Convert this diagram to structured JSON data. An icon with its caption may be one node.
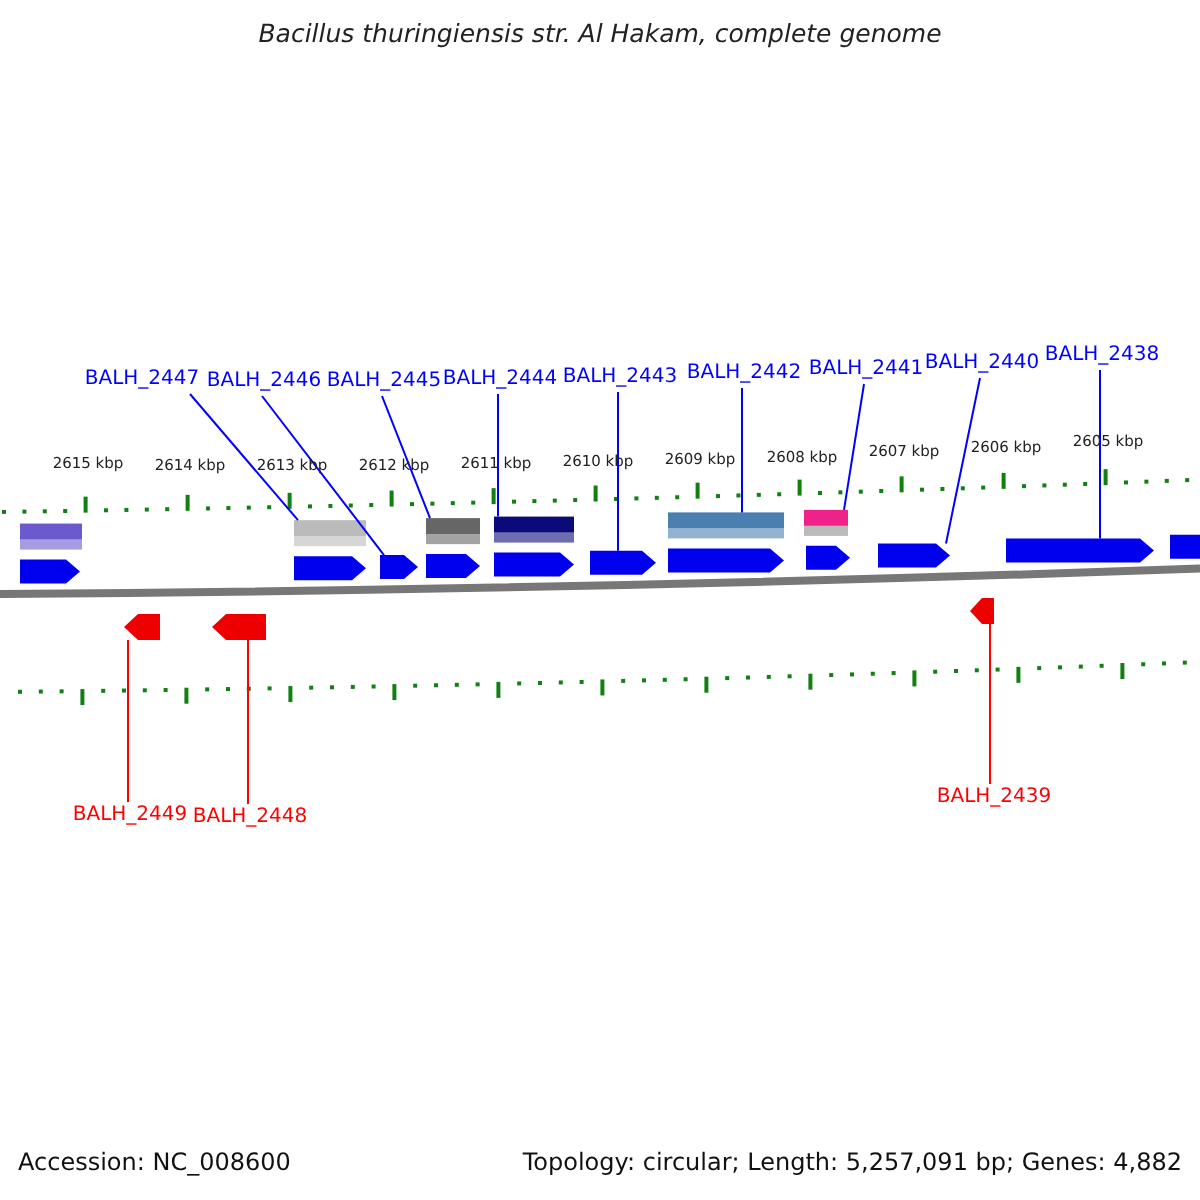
{
  "diagram": {
    "title": "Bacillus thuringiensis str. Al Hakam, complete genome",
    "nodes": [
      {
        "text": [
          "BALH_2447"
        ]
      },
      {
        "text": [
          "BALH_2446"
        ]
      },
      {
        "text": [
          "BALH_2445"
        ]
      },
      {
        "text": [
          "BALH_2444"
        ]
      },
      {
        "text": [
          "BALH_2443"
        ]
      },
      {
        "text": [
          "BALH_2442"
        ]
      },
      {
        "text": [
          "BALH_2441"
        ]
      },
      {
        "text": [
          "BALH_2440"
        ]
      },
      {
        "text": [
          "BALH_2438"
        ]
      },
      {
        "text": [
          "BALH_2449"
        ]
      },
      {
        "text": [
          "BALH_2448"
        ]
      },
      {
        "text": [
          "BALH_2439"
        ]
      },
      {
        "text": [],
        "shape": "bar"
      },
      {
        "text": [],
        "shape": "bar"
      },
      {
        "text": [],
        "shape": "bar"
      },
      {
        "text": [],
        "shape": "bar"
      },
      {
        "text": [],
        "shape": "bar"
      },
      {
        "text": [],
        "shape": "bar"
      },
      {
        "text": [],
        "shape": "box"
      },
      {
        "text": [],
        "shape": "box"
      },
      {
        "text": [],
        "shape": "box"
      },
      {
        "text": [],
        "shape": "box"
      },
      {
        "text": [],
        "shape": "box"
      },
      {
        "text": [],
        "shape": "box"
      },
      {
        "text": [],
        "shape": "box"
      },
      {
        "text": [],
        "shape": "box"
      },
      {
        "text": [],
        "shape": "box"
      },
      {
        "text": [],
        "shape": "box"
      },
      {
        "text": [],
        "shape": "box"
      },
      {
        "text": [],
        "shape": "box"
      },
      {
        "text": [],
        "shape": "box"
      },
      {
        "text": [],
        "shape": "box"
      }
    ],
    "edges": [
      {
        "from": 0,
        "to": 13,
        "arrow": "none"
      },
      {
        "from": 1,
        "to": 20,
        "arrow": "none"
      },
      {
        "from": 2,
        "to": 14,
        "arrow": "none"
      },
      {
        "from": 3,
        "to": 15,
        "arrow": "none"
      },
      {
        "from": 4,
        "to": 23,
        "arrow": "none"
      },
      {
        "from": 5,
        "to": 16,
        "arrow": "none"
      },
      {
        "from": 6,
        "to": 17,
        "arrow": "none"
      },
      {
        "from": 7,
        "to": 26,
        "arrow": "none"
      },
      {
        "from": 8,
        "to": 27,
        "arrow": "none"
      },
      {
        "from": 9,
        "to": 29,
        "arrow": "none",
        "color": "#ff0000"
      },
      {
        "from": 10,
        "to": 30,
        "arrow": "none",
        "color": "#ff0000"
      },
      {
        "from": 11,
        "to": 31,
        "arrow": "none",
        "color": "#ff0000"
      }
    ],
    "labels": [
      "2615 kbp",
      "2614 kbp",
      "2613 kbp",
      "2612 kbp",
      "2611 kbp",
      "2610 kbp",
      "2609 kbp",
      "2608 kbp",
      "2607 kbp",
      "2606 kbp",
      "2605 kbp",
      "Accession: NC_008600",
      "Topology: circular; Length: 5,257,091 bp; Genes: 4,882"
    ]
  }
}
